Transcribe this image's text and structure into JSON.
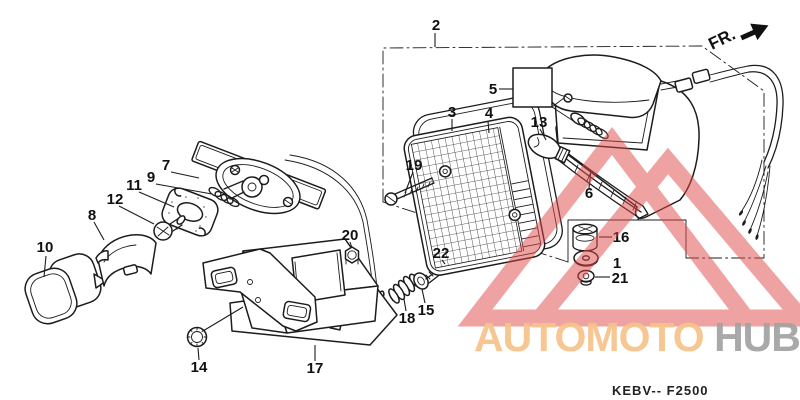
{
  "diagram": {
    "code": "KEBV-- F2500",
    "front_marker": "FR."
  },
  "watermark": {
    "brand_primary": "AUTOMOTO",
    "brand_secondary": "HUB",
    "triangle_color": "#e04848",
    "brand_primary_color": "#f6c38a",
    "brand_secondary_color": "#a3a3a3"
  },
  "part_labels": {
    "p1": "1",
    "p2": "2",
    "p3": "3",
    "p4": "4",
    "p5": "5",
    "p6": "6",
    "p7": "7",
    "p8": "8",
    "p9": "9",
    "p10": "10",
    "p11": "11",
    "p12": "12",
    "p13": "13",
    "p14": "14",
    "p15": "15",
    "p16": "16",
    "p17": "17",
    "p18": "18",
    "p19": "19",
    "p20": "20",
    "p21": "21",
    "p22": "22"
  }
}
